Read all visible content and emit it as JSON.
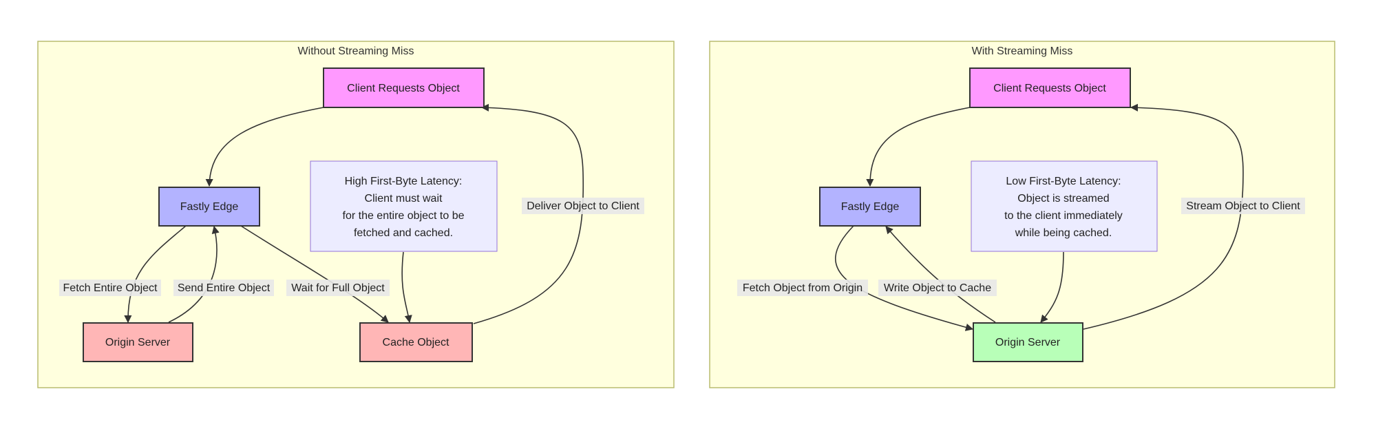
{
  "colors": {
    "cluster_fill": "#ffffde",
    "cluster_stroke": "#b8bc6f",
    "client_fill": "#ff99ff",
    "edge_fill": "#b3b3ff",
    "cache_fill": "#ffb6b6",
    "origin_fill_left": "#ffb6b6",
    "origin_fill_right": "#b8ffb8",
    "note_fill": "#ececff",
    "note_stroke": "#9370db",
    "node_stroke": "#333333"
  },
  "left": {
    "title": "Without Streaming Miss",
    "nodes": {
      "client": "Client Requests Object",
      "edge": "Fastly Edge",
      "origin": "Origin Server",
      "cache": "Cache Object"
    },
    "note": [
      "High First-Byte Latency:",
      "Client must wait",
      "for the entire object to be",
      "fetched and cached."
    ],
    "edges": {
      "fetch": "Fetch Entire Object",
      "send": "Send Entire Object",
      "wait": "Wait for Full Object",
      "deliver": "Deliver Object to Client"
    }
  },
  "right": {
    "title": "With Streaming Miss",
    "nodes": {
      "client": "Client Requests Object",
      "edge": "Fastly Edge",
      "origin": "Origin Server"
    },
    "note": [
      "Low First-Byte Latency:",
      "Object is streamed",
      "to the client immediately",
      "while being cached."
    ],
    "edges": {
      "fetch": "Fetch Object from Origin",
      "write": "Write Object to Cache",
      "stream": "Stream Object to Client"
    }
  }
}
